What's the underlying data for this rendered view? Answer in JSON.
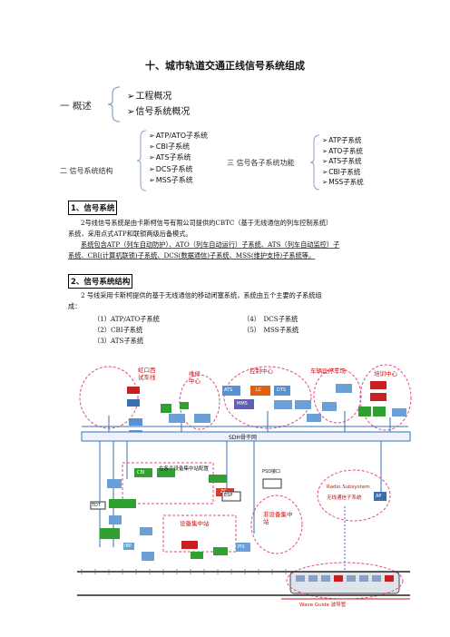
{
  "title": "十、城市轨道交通正线信号系统组成",
  "overview": {
    "label": "一 概述",
    "items": [
      "工程概况",
      "信号系统概况"
    ]
  },
  "structure": {
    "label": "二 信号系统结构",
    "items": [
      "ATP/ATO子系统",
      "CBI子系统",
      "ATS子系统",
      "DCS子系统",
      "MSS子系统"
    ]
  },
  "functions": {
    "label": "三 信号各子系统功能",
    "items": [
      "ATP子系统",
      "ATO子系统",
      "ATS子系统",
      "CBI子系统",
      "MSS子系统"
    ]
  },
  "section1": {
    "heading": "1、信号系统",
    "lines": [
      "2号线信号系统是由卡斯柯信号有限公司提供的CBTC（基于无线通信的列车控制系统）",
      "系统，采用点式ATP和联锁两级后备模式。",
      "系统包含ATP（列车自动防护）、ATO（列车自动运行）子系统、ATS（列车自动监控）子",
      "系统、CBI(计算机联锁)子系统、DCS(数据通信)子系统、MSS(维护支持)子系统等。"
    ]
  },
  "section2": {
    "heading": "2、信号系统结构",
    "lines": [
      "2 号线采用卡斯柯提供的基于无线通信的移动闭塞系统，系统由五个主要的子系统组",
      "成："
    ],
    "list": [
      [
        "（1）ATP/ATO子系统",
        "（4）　DCS子系统"
      ],
      [
        "（2）CBI子系统",
        "（5）　MSS子系统"
      ],
      [
        "（3）ATS子系统",
        ""
      ]
    ]
  },
  "diagram": {
    "labels": {
      "test_line": "虹口西\n试车线",
      "maint_center": "维修\n中心",
      "control_center": "控制中心",
      "depot_planning": "车辆段停车场",
      "training_center": "培训中心",
      "backbone": "SDH骨干网",
      "station_config": "在各个设备集中站配置",
      "equip_station": "设备集中站",
      "non_equip_station": "非设备集中\n站",
      "radio_en": "Radio Subsystem",
      "radio_cn": "无线通信子系统",
      "waveguide": "Wave Guide 波导管",
      "psd": "PSD接口",
      "cbi": "CBI",
      "zc": "ZC",
      "lc": "LC",
      "dts": "DTS",
      "ats_box": "ATS",
      "mms": "MMS",
      "ap": "AP",
      "tdt": "TDT",
      "esp": "ESP",
      "ibp": "IBP",
      "pis": "PIS"
    }
  }
}
